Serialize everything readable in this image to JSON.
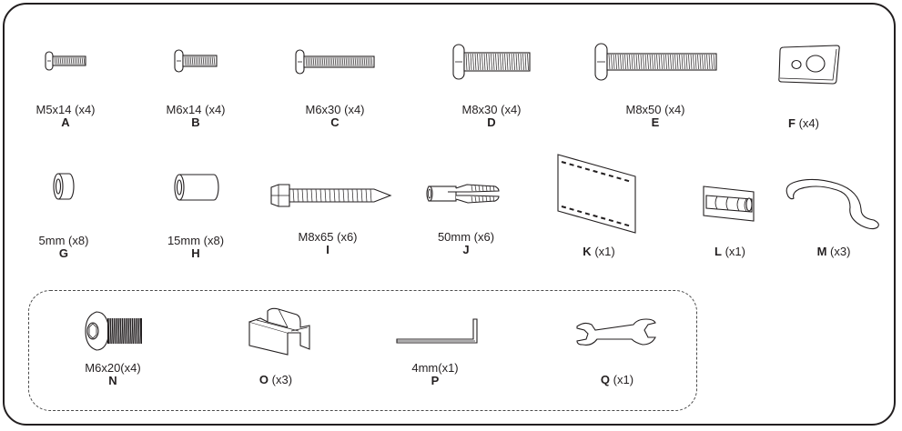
{
  "title": "Hardware parts list",
  "parts": [
    {
      "letter": "A",
      "spec": "M5x14 (x4)",
      "icon": "machine-screw-icon"
    },
    {
      "letter": "B",
      "spec": "M6x14 (x4)",
      "icon": "machine-screw-icon"
    },
    {
      "letter": "C",
      "spec": "M6x30 (x4)",
      "icon": "machine-screw-icon"
    },
    {
      "letter": "D",
      "spec": "M8x30 (x4)",
      "icon": "machine-screw-icon"
    },
    {
      "letter": "E",
      "spec": "M8x50 (x4)",
      "icon": "machine-screw-icon"
    },
    {
      "letter": "F",
      "spec": "(x4)",
      "icon": "plate-washer-icon"
    },
    {
      "letter": "G",
      "spec": "5mm (x8)",
      "icon": "spacer-icon"
    },
    {
      "letter": "H",
      "spec": "15mm (x8)",
      "icon": "spacer-icon"
    },
    {
      "letter": "I",
      "spec": "M8x65 (x6)",
      "icon": "lag-bolt-icon"
    },
    {
      "letter": "J",
      "spec": "50mm (x6)",
      "icon": "wall-anchor-icon"
    },
    {
      "letter": "K",
      "spec": "(x1)",
      "icon": "drill-template-icon"
    },
    {
      "letter": "L",
      "spec": "(x1)",
      "icon": "bubble-level-icon"
    },
    {
      "letter": "M",
      "spec": "(x3)",
      "icon": "cable-strap-icon"
    },
    {
      "letter": "N",
      "spec": "M6x20(x4)",
      "icon": "socket-cap-screw-icon"
    },
    {
      "letter": "O",
      "spec": "(x3)",
      "icon": "cable-clip-icon"
    },
    {
      "letter": "P",
      "spec": "4mm(x1)",
      "icon": "hex-key-icon"
    },
    {
      "letter": "Q",
      "spec": "(x1)",
      "icon": "wrench-icon"
    }
  ]
}
